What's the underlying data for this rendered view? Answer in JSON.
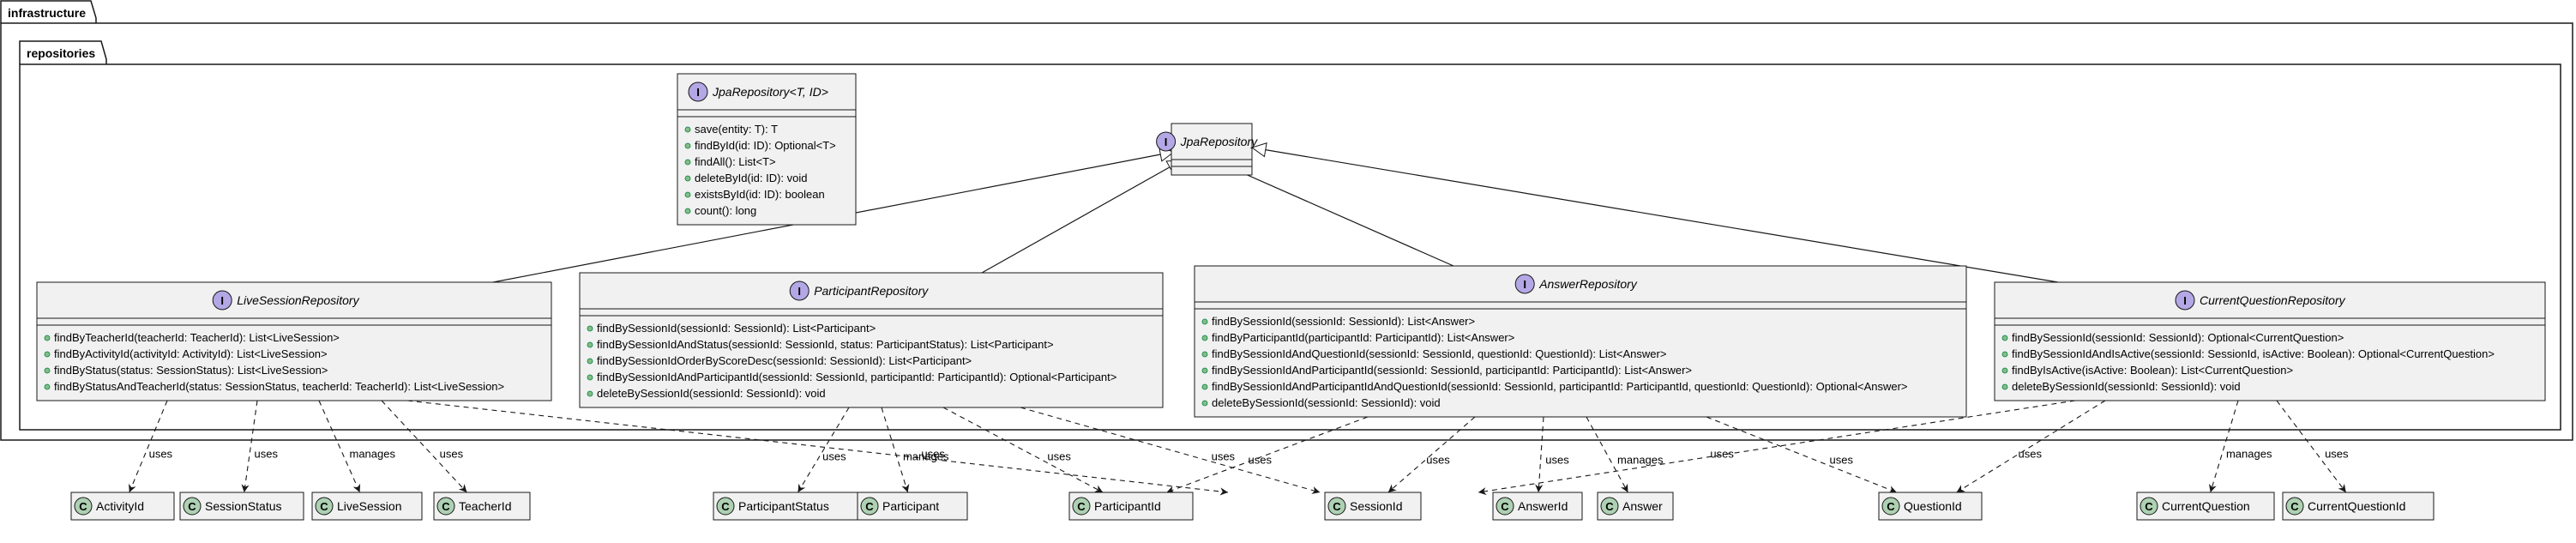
{
  "packages": {
    "outer": {
      "name": "infrastructure"
    },
    "inner": {
      "name": "repositories"
    }
  },
  "stereotype_letters": {
    "interface": "I",
    "class": "C"
  },
  "interfaces": {
    "jpa_generic": {
      "name": "JpaRepository<T, ID>",
      "methods": [
        "save(entity: T): T",
        "findById(id: ID): Optional<T>",
        "findAll(): List<T>",
        "deleteById(id: ID): void",
        "existsById(id: ID): boolean",
        "count(): long"
      ]
    },
    "jpa": {
      "name": "JpaRepository",
      "methods": []
    },
    "live_session": {
      "name": "LiveSessionRepository",
      "methods": [
        "findByTeacherId(teacherId: TeacherId): List<LiveSession>",
        "findByActivityId(activityId: ActivityId): List<LiveSession>",
        "findByStatus(status: SessionStatus): List<LiveSession>",
        "findByStatusAndTeacherId(status: SessionStatus, teacherId: TeacherId): List<LiveSession>"
      ]
    },
    "participant": {
      "name": "ParticipantRepository",
      "methods": [
        "findBySessionId(sessionId: SessionId): List<Participant>",
        "findBySessionIdAndStatus(sessionId: SessionId, status: ParticipantStatus): List<Participant>",
        "findBySessionIdOrderByScoreDesc(sessionId: SessionId): List<Participant>",
        "findBySessionIdAndParticipantId(sessionId: SessionId, participantId: ParticipantId): Optional<Participant>",
        "deleteBySessionId(sessionId: SessionId): void"
      ]
    },
    "answer": {
      "name": "AnswerRepository",
      "methods": [
        "findBySessionId(sessionId: SessionId): List<Answer>",
        "findByParticipantId(participantId: ParticipantId): List<Answer>",
        "findBySessionIdAndQuestionId(sessionId: SessionId, questionId: QuestionId): List<Answer>",
        "findBySessionIdAndParticipantId(sessionId: SessionId, participantId: ParticipantId): List<Answer>",
        "findBySessionIdAndParticipantIdAndQuestionId(sessionId: SessionId, participantId: ParticipantId, questionId: QuestionId): Optional<Answer>",
        "deleteBySessionId(sessionId: SessionId): void"
      ]
    },
    "current_question": {
      "name": "CurrentQuestionRepository",
      "methods": [
        "findBySessionId(sessionId: SessionId): Optional<CurrentQuestion>",
        "findBySessionIdAndIsActive(sessionId: SessionId, isActive: Boolean): Optional<CurrentQuestion>",
        "findByIsActive(isActive: Boolean): List<CurrentQuestion>",
        "deleteBySessionId(sessionId: SessionId): void"
      ]
    }
  },
  "classes": {
    "activity_id": "ActivityId",
    "session_status": "SessionStatus",
    "live_session": "LiveSession",
    "teacher_id": "TeacherId",
    "participant_status": "ParticipantStatus",
    "participant": "Participant",
    "participant_id": "ParticipantId",
    "session_id": "SessionId",
    "answer_id": "AnswerId",
    "answer": "Answer",
    "question_id": "QuestionId",
    "current_question": "CurrentQuestion",
    "current_question_id": "CurrentQuestionId"
  },
  "relation_labels": {
    "uses": "uses",
    "manages": "manages"
  },
  "colors": {
    "box_fill": "#f1f1f1",
    "box_stroke": "#181818",
    "interface_badge": "#b4a7e5",
    "class_badge": "#add1b2",
    "method_dot": "#84be84"
  }
}
